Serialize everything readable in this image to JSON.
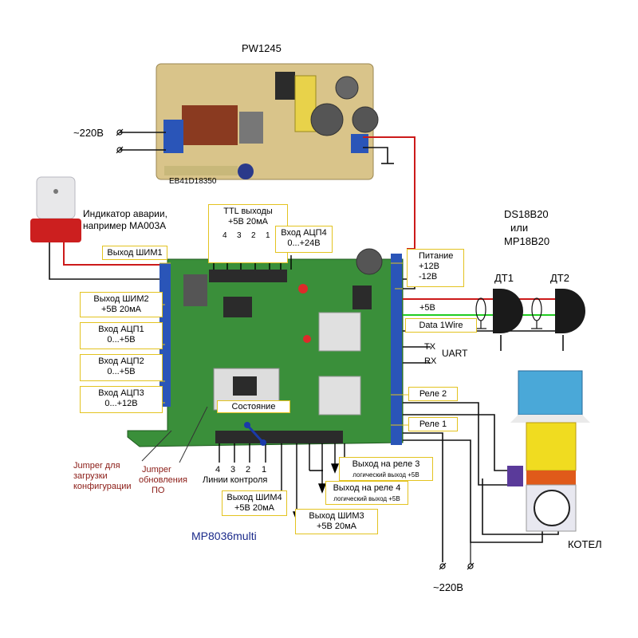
{
  "psu": {
    "model": "PW1245",
    "pcb_label": "EB41D18350",
    "mains": "~220В"
  },
  "alarm": {
    "line1": "Индикатор аварии,",
    "line2": "например МА003А"
  },
  "ttl": {
    "title": "TTL выходы",
    "spec": "+5В 20мА",
    "pins": [
      "4",
      "3",
      "2",
      "1"
    ]
  },
  "adc4": {
    "title": "Вход АЦП4",
    "range": "0...+24В"
  },
  "sensors": {
    "line1": "DS18B20",
    "line2": "или",
    "line3": "MP18B20",
    "dt1": "ДТ1",
    "dt2": "ДТ2"
  },
  "left_terminals": {
    "pwm1": "Выход ШИМ1",
    "pwm2": {
      "title": "Выход ШИМ2",
      "spec": "+5В 20мА"
    },
    "adc1": {
      "title": "Вход АЦП1",
      "range": "0...+5В"
    },
    "adc2": {
      "title": "Вход АЦП2",
      "range": "0...+5В"
    },
    "adc3": {
      "title": "Вход АЦП3",
      "range": "0...+12В"
    }
  },
  "right_terminals": {
    "power": {
      "title": "Питание",
      "plus": "+12В",
      "minus": "-12В"
    },
    "plus5": "+5В",
    "data": "Data 1Wire",
    "tx": "TX",
    "rx": "RX",
    "uart": "UART",
    "relay2": "Реле 2",
    "relay1": "Реле 1"
  },
  "status": "Состояние",
  "bottom": {
    "jumper_load": [
      "Jumper для",
      "загрузки",
      "конфигурации"
    ],
    "jumper_update": [
      "Jumper",
      "обновления",
      "ПО"
    ],
    "control": {
      "pins": [
        "4",
        "3",
        "2",
        "1"
      ],
      "title": "Линии контроля"
    },
    "pwm4": {
      "title": "Выход ШИМ4",
      "spec": "+5В 20мА"
    },
    "pwm3": {
      "title": "Выход ШИМ3",
      "spec": "+5В 20мА"
    },
    "relay3": {
      "title": "Выход на реле 3",
      "sub": "логический выход +5В"
    },
    "relay4": {
      "title": "Выход на реле 4",
      "sub": "логический выход +5В"
    }
  },
  "device": "MP8036multi",
  "boiler": "КОТЕЛ",
  "mains_bottom": "~220В",
  "colors": {
    "wire_red": "#cc1a1a",
    "wire_green": "#22cc22",
    "wire_black": "#111111",
    "box_border": "#e3c320",
    "pcb": "#3a8f3a",
    "brand": "#1a2a8a"
  }
}
